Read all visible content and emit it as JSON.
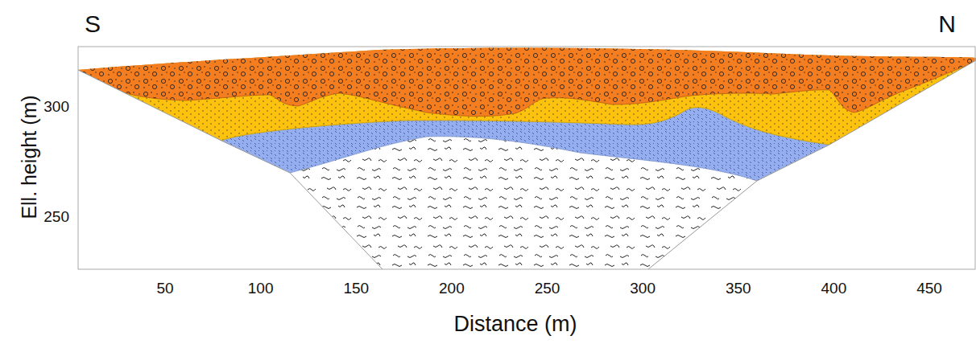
{
  "diagram": {
    "labels": [
      "S",
      "N",
      "Ell. height (m)",
      "300",
      "250",
      "50",
      "100",
      "150",
      "200",
      "250",
      "300",
      "350",
      "400",
      "450",
      "Distance (m)"
    ]
  }
}
